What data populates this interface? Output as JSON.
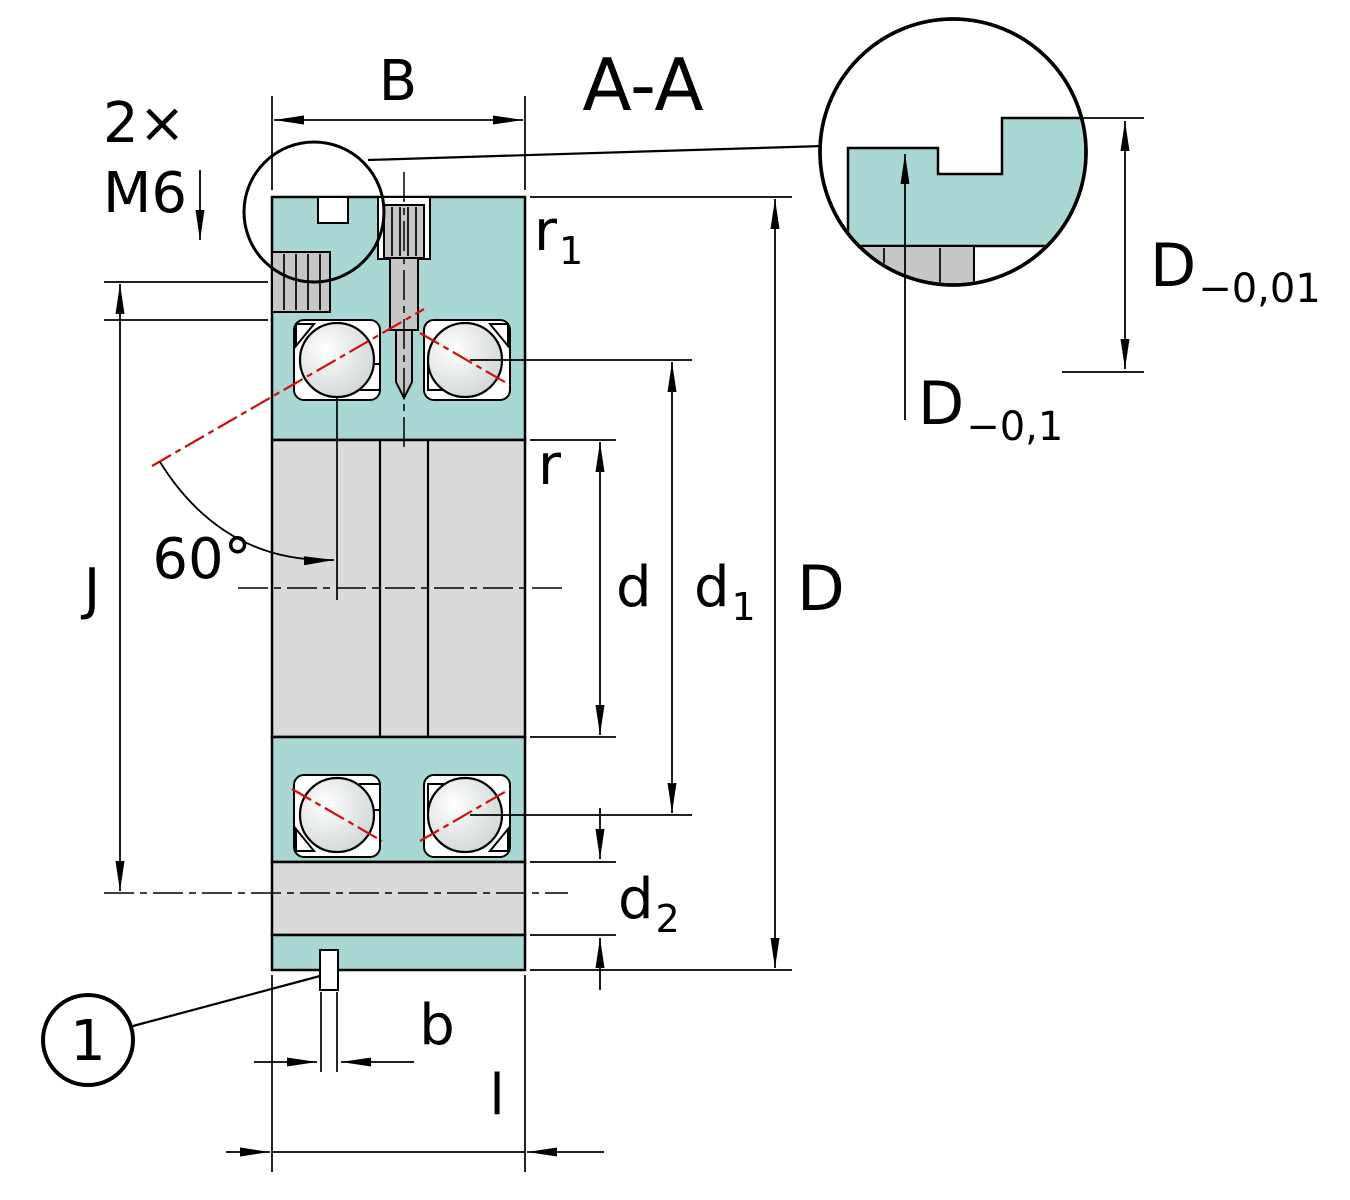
{
  "drawing": {
    "section_label": "A-A",
    "balloon_1": "1"
  },
  "labels": {
    "B": "B",
    "thread_count": "2×",
    "thread_size": "M6",
    "r1_base": "r",
    "r1_sub": "1",
    "r": "r",
    "angle": "60°",
    "J": "J",
    "d": "d",
    "d1_base": "d",
    "d1_sub": "1",
    "D": "D",
    "d2_base": "d",
    "d2_sub": "2",
    "b": "b",
    "l": "l",
    "detail_D001_base": "D",
    "detail_D001_sub": "−0,01",
    "detail_D01_base": "D",
    "detail_D01_sub": "−0,1"
  },
  "colors": {
    "teal": "#a9d7d3",
    "gray-light": "#dadada",
    "gray-mid": "#c6c6c6",
    "red": "#cc1111",
    "line": "#000000"
  }
}
